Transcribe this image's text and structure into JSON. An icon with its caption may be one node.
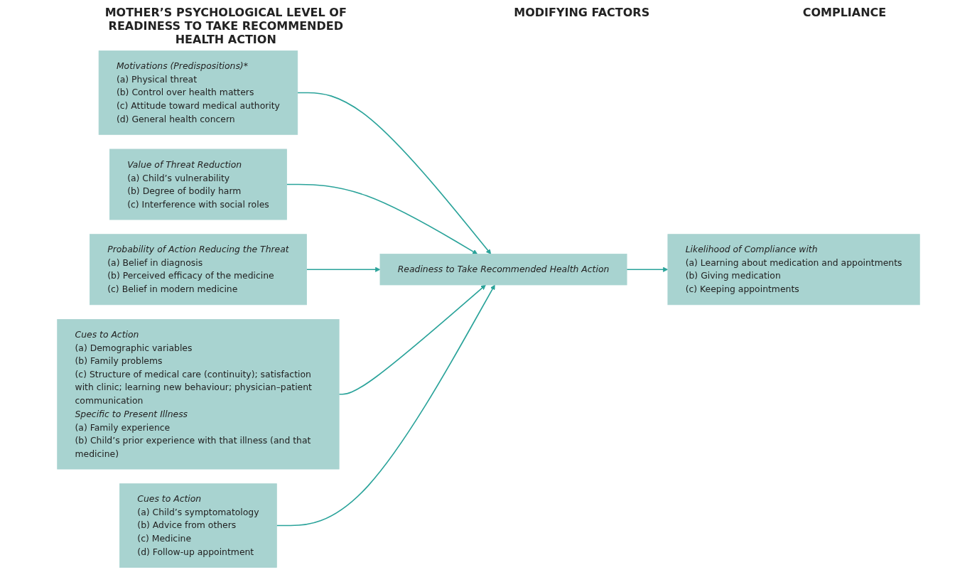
{
  "diagram": {
    "nodes": [
      {
        "text": [
          "Cues to Action",
          "(a) Demographic variables",
          "(b) Family problems",
          "(c) Structure of medical care (continuity); satisfaction with clinic; learning new behaviour; physician–patient communication",
          "Specific to Present Illness",
          "(a) Family experience",
          "(b) Child’s prior experience with that illness (and that medicine)"
        ]
      },
      {
        "text": [
          "Motivations (Predispositions)*",
          "(a) Physical threat",
          "(b) Control over health matters",
          "(c) Attitude toward medical authority",
          "(d) General health concern"
        ]
      },
      {
        "text": [
          "Value of Threat Reduction",
          "(a) Child’s vulnerability",
          "(b) Degree of bodily harm",
          "(c) Interference with social roles"
        ]
      },
      {
        "text": [
          "Readiness to Take Recommended Health Action"
        ]
      },
      {
        "text": [
          "Likelihood of Compliance with",
          "(a) Learning about medication and appointments",
          "(b) Giving medication",
          "(c) Keeping appointments"
        ]
      },
      {
        "text": [
          "Probability of Action Reducing the Threat",
          "(a) Belief in diagnosis",
          "(b) Perceived efficacy of the medicine",
          "(c) Belief in modern medicine"
        ]
      },
      {
        "text": [
          "Cues to Action",
          "(a) Child’s symptomatology",
          "(b) Advice from others",
          "(c) Medicine",
          "(d) Follow-up appointment"
        ]
      }
    ],
    "edges": [
      {
        "from": 1,
        "to": 3,
        "arrow": "to"
      },
      {
        "from": 2,
        "to": 3,
        "arrow": "to"
      },
      {
        "from": 5,
        "to": 3,
        "arrow": "to"
      },
      {
        "from": 0,
        "to": 3,
        "arrow": "to"
      },
      {
        "from": 6,
        "to": 3,
        "arrow": "to"
      },
      {
        "from": 3,
        "to": 4,
        "arrow": "to"
      }
    ],
    "labels": [
      "MOTHER’S PSYCHOLOGICAL LEVEL OF READINESS TO TAKE RECOMMENDED HEALTH ACTION",
      "MODIFYING FACTORS",
      "COMPLIANCE"
    ]
  }
}
